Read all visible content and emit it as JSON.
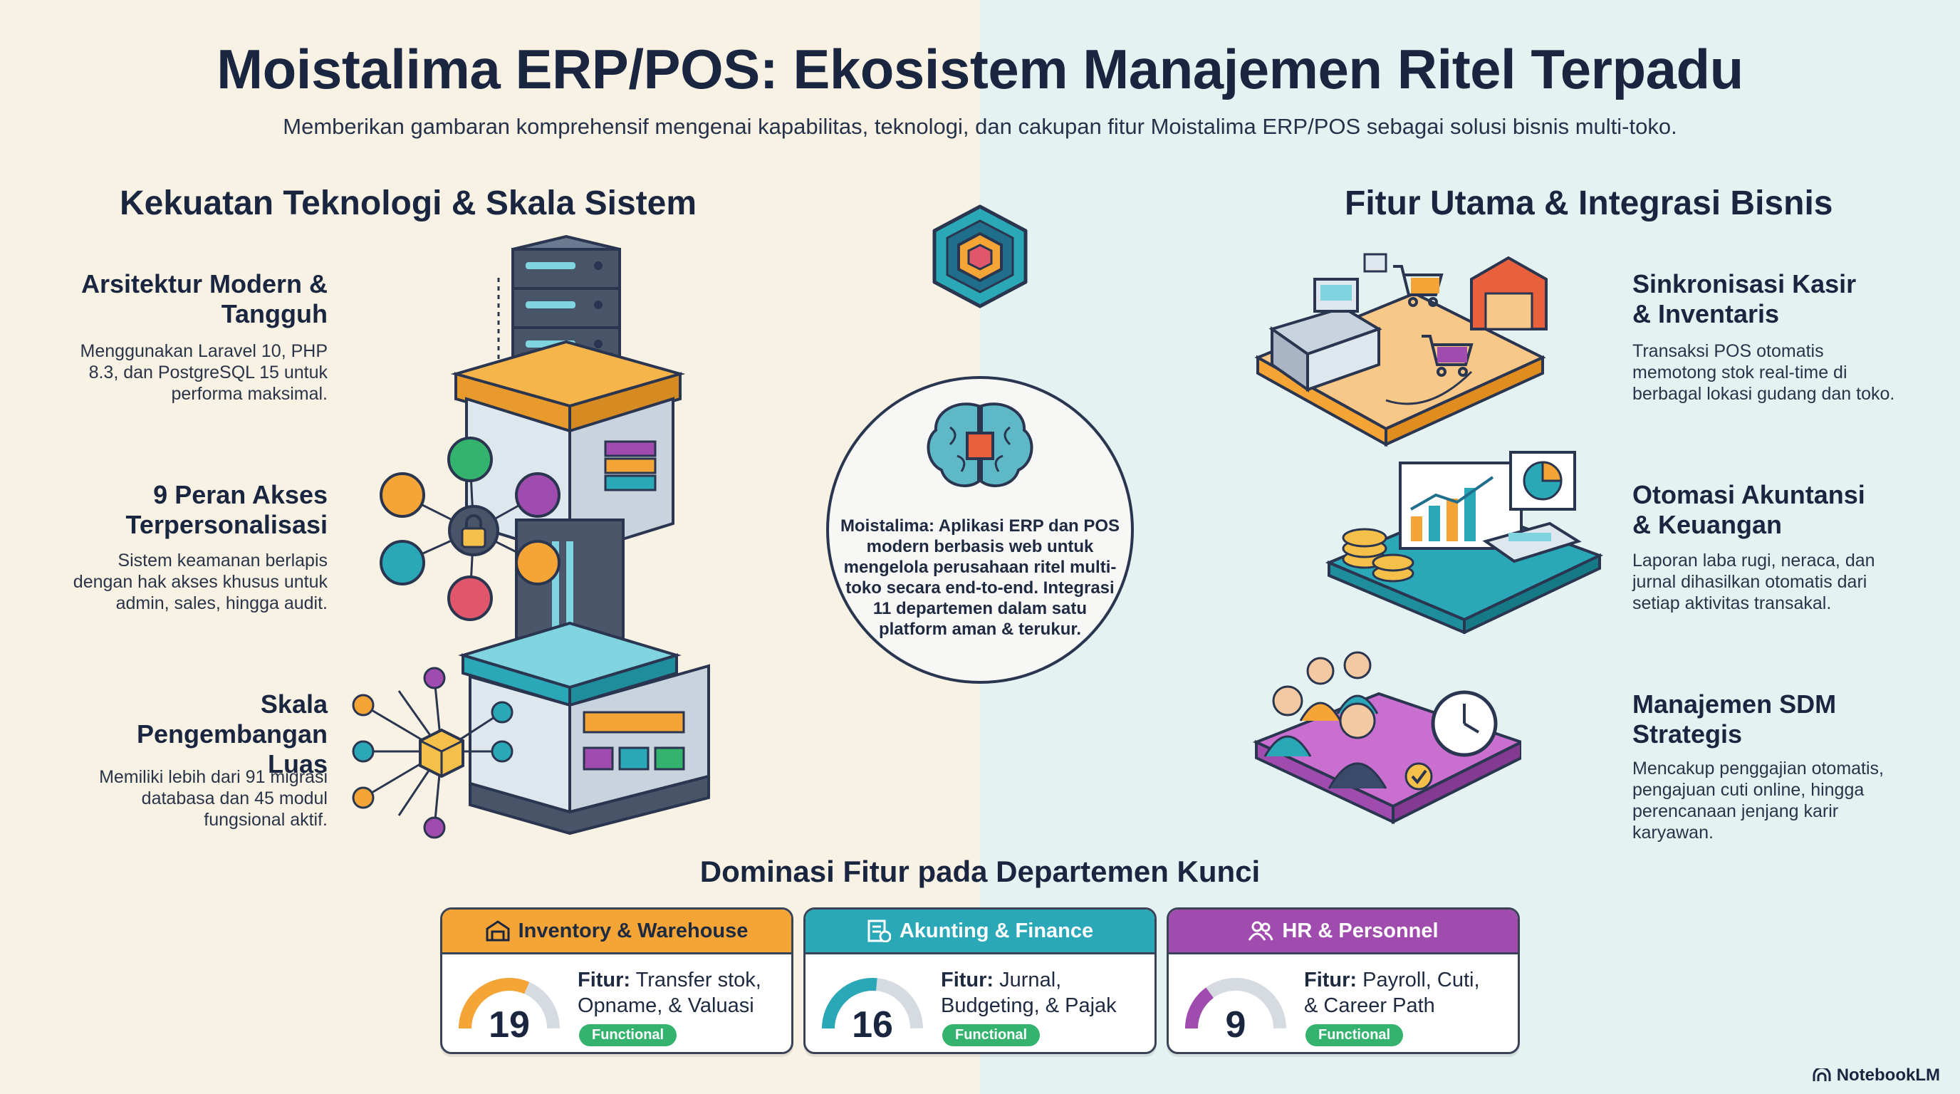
{
  "title": "Moistalima ERP/POS: Ekosistem Manajemen Ritel Terpadu",
  "subtitle": "Memberikan gambaran komprehensif mengenai kapabilitas, teknologi, dan cakupan fitur Moistalima ERP/POS sebagai solusi bisnis multi-toko.",
  "left": {
    "heading": "Kekuatan Teknologi & Skala Sistem",
    "items": [
      {
        "title": "Arsitektur Modern & Tangguh",
        "text": "Menggunakan Laravel 10, PHP 8.3, dan PostgreSQL 15 untuk performa maksimal."
      },
      {
        "title": "9 Peran Akses Terpersonalisasi",
        "text": "Sistem keamanan berlapis dengan hak akses khusus untuk admin, sales, hingga audit."
      },
      {
        "title": "Skala Pengembangan Luas",
        "text": "Memiliki lebih dari 91 migrasi databasa dan 45 modul fungsional aktif."
      }
    ]
  },
  "center": {
    "text": "Moistalima: Aplikasi ERP dan POS modern berbasis web untuk mengelola perusahaan ritel multi-toko secara end-to-end. Integrasi 11 departemen dalam satu platform aman & terukur."
  },
  "right": {
    "heading": "Fitur Utama & Integrasi Bisnis",
    "items": [
      {
        "title": "Sinkronisasi Kasir & Inventaris",
        "text": "Transaksi POS otomatis memotong stok real-time di berbagal lokasi gudang dan toko."
      },
      {
        "title": "Otomasi Akuntansi & Keuangan",
        "text": "Laporan laba rugi, neraca, dan jurnal dihasilkan otomatis dari setiap aktivitas transakal."
      },
      {
        "title": "Manajemen SDM Strategis",
        "text": "Mencakup penggajian otomatis, pengajuan cuti online, hingga perencanaan jenjang karir karyawan."
      }
    ]
  },
  "dominance": {
    "heading": "Dominasi Fitur pada Departemen Kunci",
    "cards": [
      {
        "name": "Inventory & Warehouse",
        "value": "19",
        "level": 0.63,
        "feature_label": "Fitur:",
        "feature_line1": " Transfer stok,",
        "feature_line2": "Opname, & Valuasi",
        "badge": "Functional",
        "color": "#f4a536",
        "icon": "warehouse-icon"
      },
      {
        "name": "Akunting & Finance",
        "value": "16",
        "level": 0.53,
        "feature_label": "Fitur:",
        "feature_line1": " Jurnal,",
        "feature_line2": "Budgeting, & Pajak",
        "badge": "Functional",
        "color": "#2aa8b8",
        "icon": "ledger-icon"
      },
      {
        "name": "HR & Personnel",
        "value": "9",
        "level": 0.3,
        "feature_label": "Fitur:",
        "feature_line1": " Payroll, Cuti,",
        "feature_line2": "& Career Path",
        "badge": "Functional",
        "color": "#a04cae",
        "icon": "people-icon"
      }
    ]
  },
  "brand": "NotebookLM",
  "colors": {
    "orange": "#f4a536",
    "teal": "#2aa8b8",
    "purple": "#a04cae",
    "navy": "#1a2540",
    "green": "#33b36e"
  }
}
